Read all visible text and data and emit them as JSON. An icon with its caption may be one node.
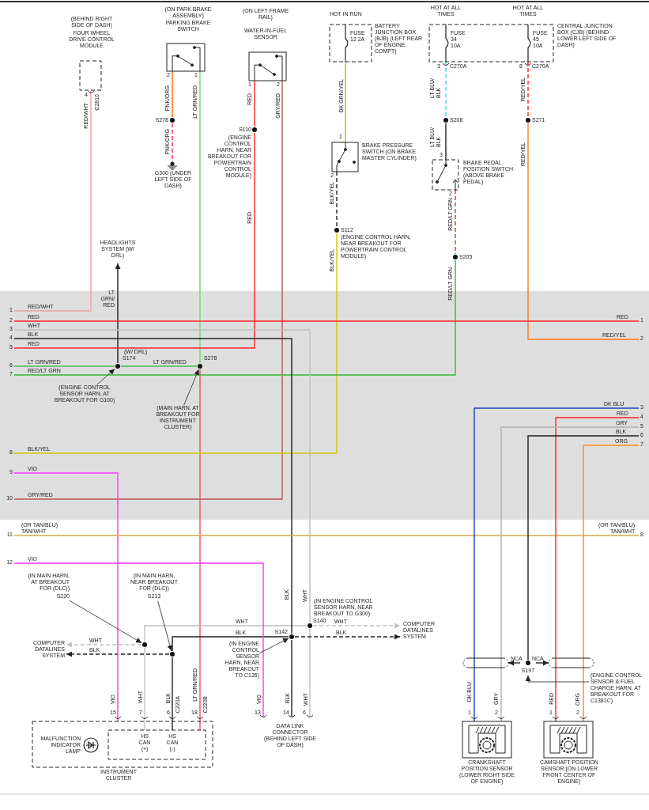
{
  "diagram": {
    "nodes": [
      {
        "text": [
          "(BEHIND RIGHT SIDE OF DASH)",
          "FOUR WHEEL DRIVE CONTROL MODULE"
        ]
      },
      {
        "text": [
          "(ON PARK BRAKE ASSEMBLY)",
          "PARKING BRAKE SWITCH"
        ]
      },
      {
        "text": [
          "(ON LEFT FRAME RAIL)",
          "WATER-IN-FUEL SENSOR"
        ]
      },
      {
        "text": [
          "FUSE 12 2A",
          "BATTERY JUNCTION BOX (BJB) (LEFT REAR OF ENGINE COMPT)"
        ],
        "beside": [
          "HOT IN RUN"
        ]
      },
      {
        "text": [
          "FUSE 34 10A",
          "FUSE 45 10A",
          "CENTRAL JUNCTION BOX (CJB) (BEHIND LOWER LEFT SIDE OF DASH)"
        ],
        "beside": [
          "HOT AT ALL TIMES",
          "HOT AT ALL TIMES"
        ]
      },
      {
        "text": [
          "BRAKE PRESSURE SWITCH (ON BRAKE MASTER CYLINDER)"
        ]
      },
      {
        "text": [
          "BRAKE PEDAL POSITION SWITCH (ABOVE BRAKE PEDAL)"
        ]
      },
      {
        "text": [
          "S278"
        ]
      },
      {
        "text": [
          "G300 (UNDER LEFT SIDE OF DASH)"
        ]
      },
      {
        "text": [
          "S110"
        ],
        "beside": [
          "(ENGINE CONTROL HARN, NEAR BREAKOUT FOR POWERTRAIN CONTROL MODULE)"
        ]
      },
      {
        "text": [
          "S112"
        ],
        "beside": [
          "(ENGINE CONTROL HARN, NEAR BREAKOUT FOR POWERTRAIN CONTROL MODULE)"
        ]
      },
      {
        "text": [
          "S208"
        ]
      },
      {
        "text": [
          "S271"
        ]
      },
      {
        "text": [
          "S205"
        ]
      },
      {
        "text": [
          "HEADLIGHTS SYSTEM (W/ DRL)"
        ]
      },
      {
        "text": [
          "S174"
        ],
        "beside": [
          "(W/ DRL)"
        ]
      },
      {
        "text": [
          "S278"
        ]
      },
      {
        "text": [
          "(ENGINE CONTROL SENSOR HARN, AT BREAKOUT FOR G100)"
        ]
      },
      {
        "text": [
          "(MAIN HARN, AT BREAKOUT FOR INSTRUMENT CLUSTER)"
        ]
      },
      {
        "text": [
          "1"
        ]
      },
      {
        "text": [
          "2"
        ]
      },
      {
        "text": [
          "3"
        ]
      },
      {
        "text": [
          "4"
        ]
      },
      {
        "text": [
          "5"
        ]
      },
      {
        "text": [
          "6"
        ]
      },
      {
        "text": [
          "7"
        ]
      },
      {
        "text": [
          "8"
        ]
      },
      {
        "text": [
          "9"
        ]
      },
      {
        "text": [
          "10"
        ]
      },
      {
        "text": [
          "11"
        ]
      },
      {
        "text": [
          "12"
        ]
      },
      {
        "text": [
          "1"
        ]
      },
      {
        "text": [
          "2"
        ]
      },
      {
        "text": [
          "3"
        ]
      },
      {
        "text": [
          "4"
        ]
      },
      {
        "text": [
          "5"
        ]
      },
      {
        "text": [
          "6"
        ]
      },
      {
        "text": [
          "7"
        ]
      },
      {
        "text": [
          "8"
        ]
      },
      {
        "text": [
          "(IN MAIN HARN, AT BREAKOUT FOR (DLC))",
          "S220"
        ]
      },
      {
        "text": [],
        "shape": "circle"
      },
      {
        "text": [
          "(IN MAIN HARN, NEAR BREAKOUT FOR (DLC))",
          "S213"
        ]
      },
      {
        "text": [],
        "shape": "circle"
      },
      {
        "text": [
          "S142"
        ]
      },
      {
        "text": [
          "(IN ENGINE CONTROL SENSOR HARN, NEAR BREAKOUT TO C135)"
        ]
      },
      {
        "text": [
          "S140"
        ],
        "beside": [
          "(IN ENGINE CONTROL SENSOR HARN, NEAR BREAKOUT TO G300)"
        ]
      },
      {
        "text": [
          "COMPUTER DATALINES SYSTEM"
        ]
      },
      {
        "text": [
          "COMPUTER DATALINES SYSTEM"
        ]
      },
      {
        "text": [
          "INSTRUMENT CLUSTER"
        ]
      },
      {
        "text": [
          "MALFUNCTION INDICATOR LAMP"
        ],
        "in": 48
      },
      {
        "text": [
          "HS CAN (+)",
          "HS CAN (-)"
        ],
        "in": 48
      },
      {
        "text": [
          "DATA LINK CONNECTOR (BEHIND LEFT SIDE OF DASH)"
        ]
      },
      {
        "text": [
          "S197"
        ]
      },
      {
        "text": [
          "(ENGINE CONTROL SENSOR & FUEL CHARGE HARN, AT BREAKOUT FOR C1381C)"
        ]
      },
      {
        "text": [
          "CRANKSHAFT POSITION SENSOR (LOWER RIGHT SIDE OF ENGINE)"
        ]
      },
      {
        "text": [
          "CAMSHAFT POSITION SENSOR (ON LOWER FRONT CENTER OF ENGINE)"
        ]
      },
      {
        "text": [],
        "shape": "ellipse"
      },
      {
        "text": [],
        "shape": "ellipse"
      }
    ],
    "edges": [
      {
        "from": 0,
        "to": 19,
        "arrow": "none",
        "label": "RED/WHT",
        "color": "#f0a0a0"
      },
      {
        "from": 1,
        "to": 7,
        "arrow": "none",
        "label": "PNK/ORG",
        "color": "#ff6a00"
      },
      {
        "from": 7,
        "to": 8,
        "arrow": "none",
        "label": "PNK/ORG",
        "style": "dashed",
        "color": "#ff2255"
      },
      {
        "from": 1,
        "to": 16,
        "arrow": "none",
        "label": "LT GRN/RED",
        "color": "#66dd66"
      },
      {
        "from": 16,
        "to": 50,
        "arrow": "none",
        "label": "LT GRN/RED",
        "color": "#ee5555"
      },
      {
        "from": 15,
        "to": 16,
        "arrow": "none",
        "label": "LT GRN/RED",
        "color": "#44bb44"
      },
      {
        "from": 24,
        "to": 15,
        "arrow": "none",
        "label": "LT GRN/RED",
        "color": "#44bb44"
      },
      {
        "from": 15,
        "to": 14,
        "arrow": "to",
        "label": "LT GRN/ RED"
      },
      {
        "from": 2,
        "to": 9,
        "arrow": "none",
        "label": "RED",
        "color": "#ff2222"
      },
      {
        "from": 9,
        "to": 23,
        "arrow": "none",
        "label": "RED",
        "color": "#ff2222"
      },
      {
        "from": 2,
        "to": 28,
        "arrow": "none",
        "label": "GRY/RED",
        "color": "#b55555"
      },
      {
        "from": 3,
        "to": 5,
        "arrow": "none",
        "label": "DK GRN/YEL",
        "color": "#99cc22"
      },
      {
        "from": 5,
        "to": 10,
        "arrow": "none",
        "label": "BLK/YEL",
        "style": "dashed"
      },
      {
        "from": 10,
        "to": 26,
        "arrow": "none",
        "label": "BLK/YEL",
        "color": "#cccc00"
      },
      {
        "from": 4,
        "to": 11,
        "arrow": "none",
        "label": "LT BLU/ BLK",
        "style": "dashed",
        "color": "#33dde8"
      },
      {
        "from": 11,
        "to": 6,
        "arrow": "none",
        "label": "LT BLU/ BLK"
      },
      {
        "from": 6,
        "to": 13,
        "arrow": "none",
        "label": "RED/LT GRN",
        "style": "dashed",
        "color": "#ff2222"
      },
      {
        "from": 13,
        "to": 25,
        "arrow": "none",
        "label": "RED/LT GRN",
        "color": "#33bb33"
      },
      {
        "from": 4,
        "to": 12,
        "arrow": "none",
        "label": "RED/YEL",
        "style": "dashed",
        "color": "#ff2222"
      },
      {
        "from": 12,
        "to": 32,
        "arrow": "none",
        "label": "RED/YEL",
        "color": "#ff7722"
      },
      {
        "from": 20,
        "to": 31,
        "arrow": "none",
        "label": "RED",
        "color": "#ff2222"
      },
      {
        "from": 21,
        "to": 45,
        "arrow": "none",
        "label": "WHT",
        "color": "#c0c0c0"
      },
      {
        "from": 45,
        "to": 51,
        "arrow": "none",
        "label": "WHT",
        "color": "#c0c0c0"
      },
      {
        "from": 45,
        "to": 40,
        "arrow": "none",
        "label": "WHT",
        "color": "#c0c0c0"
      },
      {
        "from": 40,
        "to": 50,
        "arrow": "none",
        "label": "WHT",
        "color": "#c0c0c0"
      },
      {
        "from": 40,
        "to": 46,
        "arrow": "to",
        "label": "WHT",
        "style": "dashed",
        "color": "#c0c0c0"
      },
      {
        "from": 22,
        "to": 43,
        "arrow": "none",
        "label": "BLK"
      },
      {
        "from": 43,
        "to": 51,
        "arrow": "none",
        "label": "BLK"
      },
      {
        "from": 43,
        "to": 42,
        "arrow": "none",
        "label": "BLK"
      },
      {
        "from": 42,
        "to": 50,
        "arrow": "none",
        "label": "BLK"
      },
      {
        "from": 42,
        "to": 46,
        "arrow": "to",
        "label": "BLK",
        "style": "dashed"
      },
      {
        "from": 45,
        "to": 47,
        "arrow": "to",
        "label": "WHT",
        "style": "dashed",
        "color": "#c0c0c0"
      },
      {
        "from": 43,
        "to": 47,
        "arrow": "to",
        "label": "BLK",
        "style": "dashed"
      },
      {
        "from": 27,
        "to": 48,
        "arrow": "none",
        "label": "VIO",
        "color": "#ff33ff"
      },
      {
        "from": 30,
        "to": 51,
        "arrow": "none",
        "label": "VIO",
        "color": "#ff33ff"
      },
      {
        "from": 29,
        "to": 38,
        "arrow": "none",
        "label": "TAN/WHT",
        "color": "#d8a848"
      },
      {
        "from": 33,
        "to": 54,
        "arrow": "none",
        "label": "DK BLU",
        "color": "#2040c0"
      },
      {
        "from": 34,
        "to": 55,
        "arrow": "none",
        "label": "RED",
        "color": "#ff2222"
      },
      {
        "from": 35,
        "to": 54,
        "arrow": "none",
        "label": "GRY",
        "color": "#b0b0b0"
      },
      {
        "from": 36,
        "to": 52,
        "arrow": "none",
        "label": "BLK"
      },
      {
        "from": 37,
        "to": 55,
        "arrow": "none",
        "label": "ORG",
        "color": "#ff8c1a"
      },
      {
        "from": 17,
        "to": 15,
        "arrow": "to"
      },
      {
        "from": 18,
        "to": 16,
        "arrow": "to"
      },
      {
        "from": 39,
        "to": 40,
        "arrow": "to"
      },
      {
        "from": 41,
        "to": 42,
        "arrow": "to"
      },
      {
        "from": 44,
        "to": 43,
        "arrow": "to"
      },
      {
        "from": 53,
        "to": 52,
        "arrow": "to"
      },
      {
        "from": 52,
        "to": 56,
        "arrow": "to",
        "label": "NCA"
      },
      {
        "from": 52,
        "to": 57,
        "arrow": "to",
        "label": "NCA"
      }
    ],
    "labels": [
      "4",
      "C2810",
      "2",
      "1",
      "1",
      "2",
      "1",
      "2",
      "3",
      "C270A",
      "8",
      "C270A",
      "3",
      "2",
      "RED/WHT",
      "RED",
      "RED",
      "RED/YEL",
      "RED/LT GRN",
      "BLK/YEL",
      "GRY/RED",
      "(OR TAN/BLU)",
      "(OR TAN/BLU)",
      "TAN/WHT",
      "BLK",
      "WHT",
      "VIO",
      "15",
      "7",
      "6",
      "C220A",
      "18",
      "C220B",
      "VIO",
      "13",
      "14",
      "6",
      "DK BLU",
      "GRY",
      "RED",
      "ORG",
      "1",
      "2",
      "1",
      "2"
    ]
  }
}
